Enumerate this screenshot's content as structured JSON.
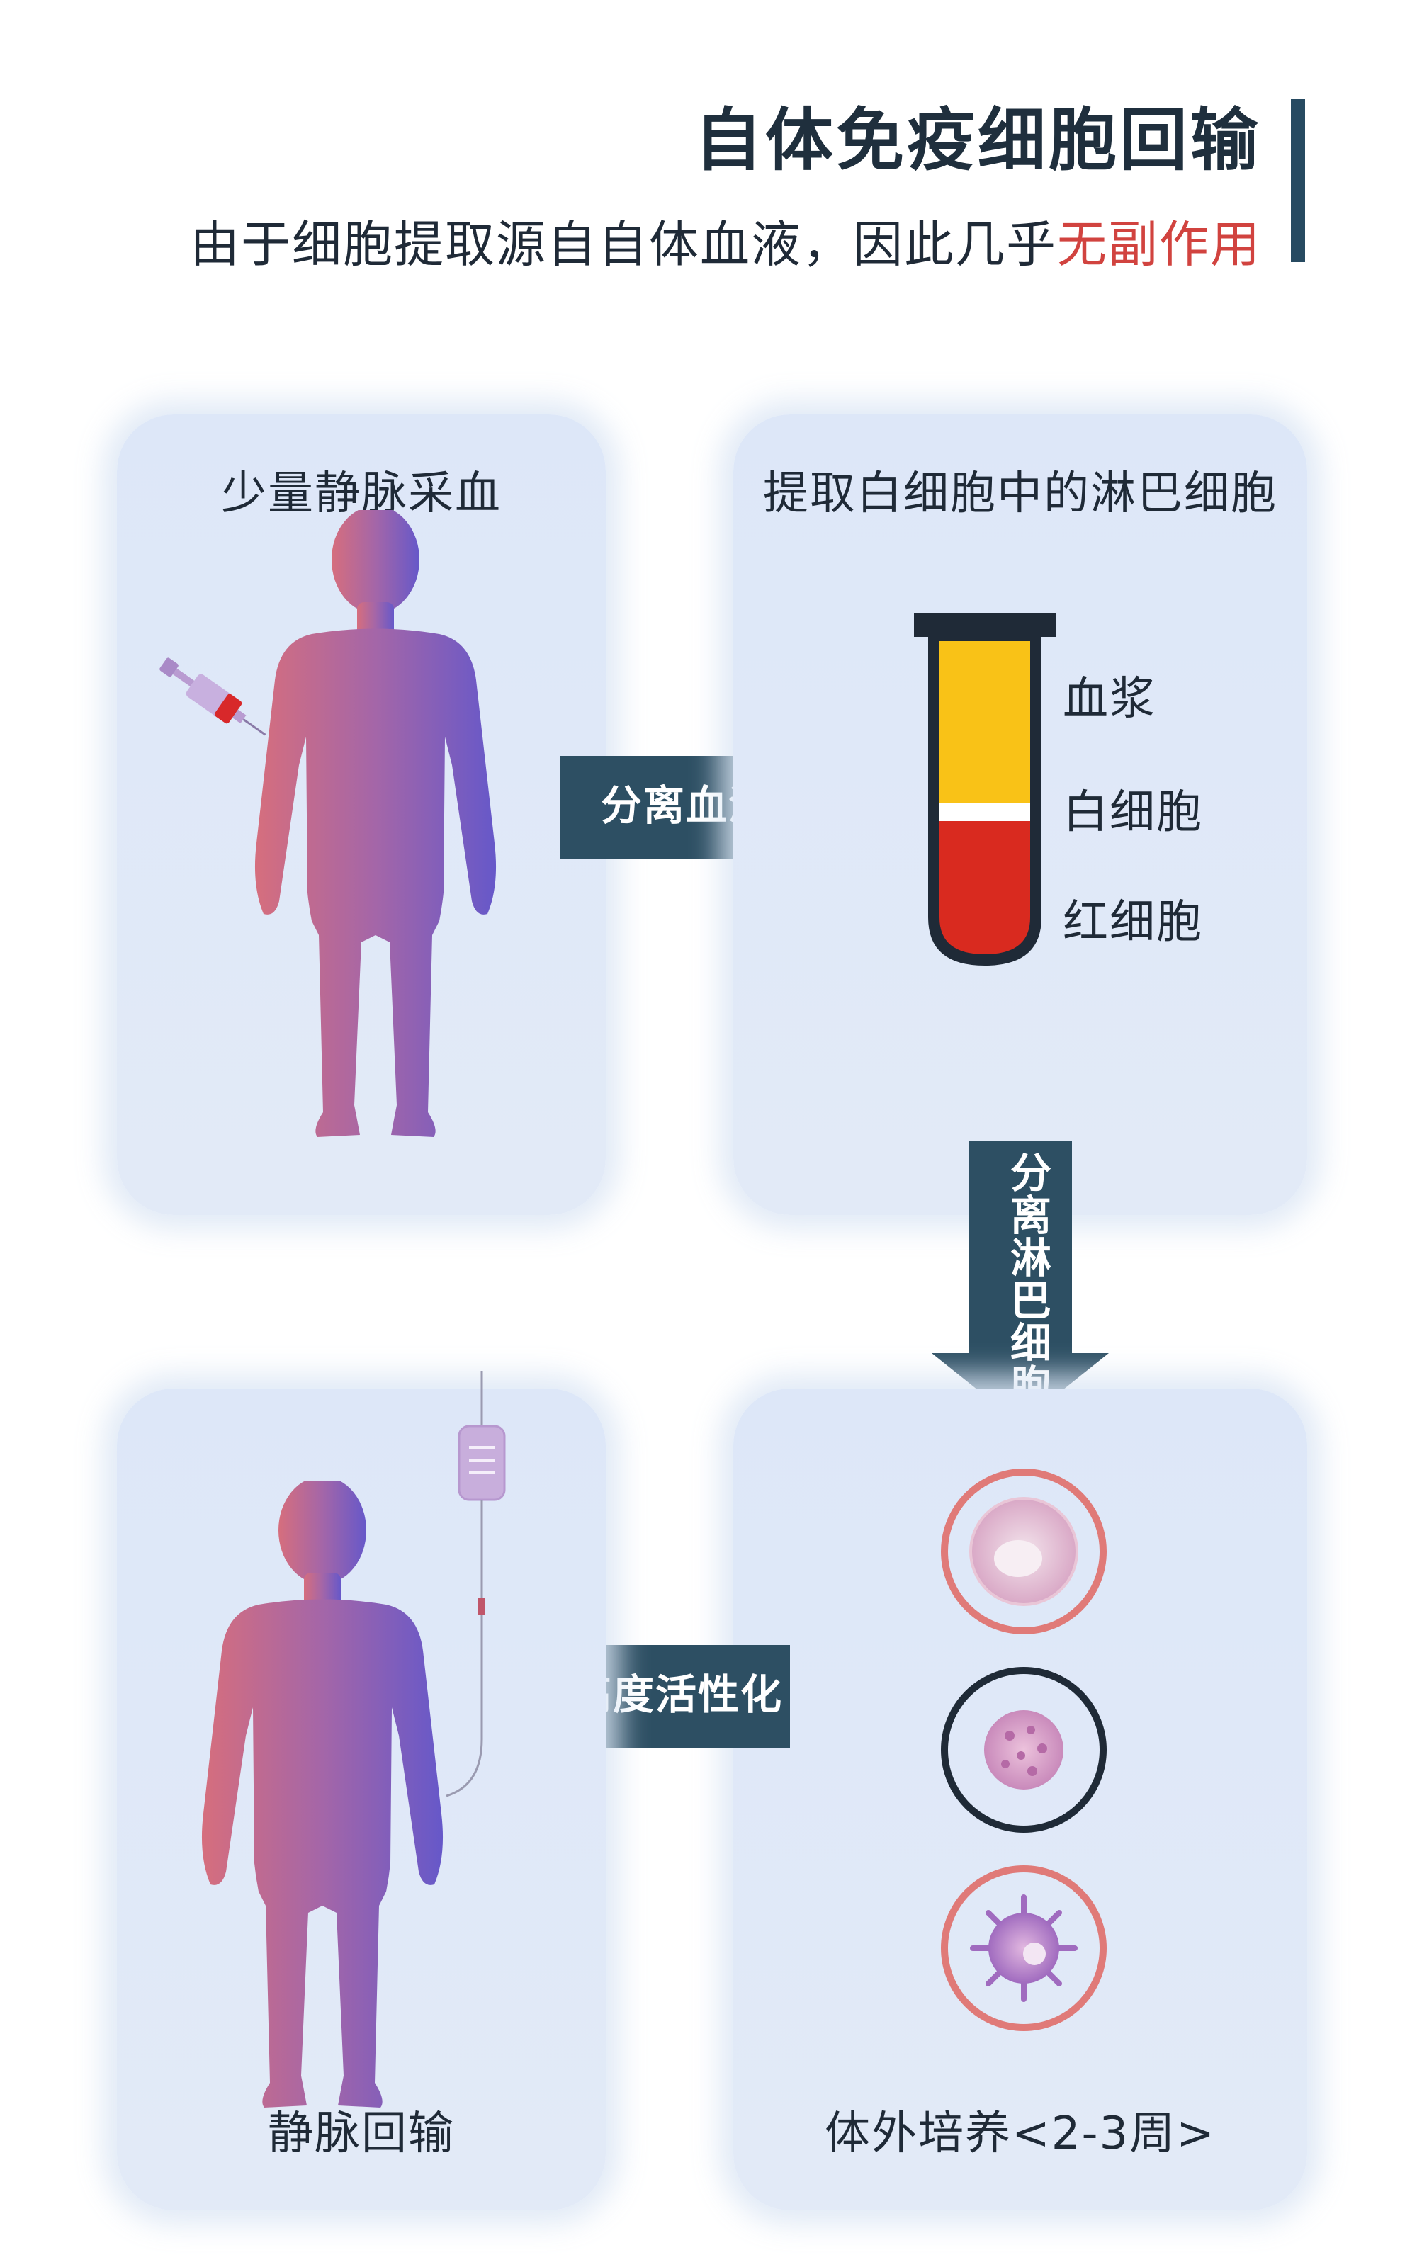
{
  "header": {
    "title": "自体免疫细胞回输",
    "subtitle_main": "由于细胞提取源自自体血液，因此几乎",
    "subtitle_highlight": "无副作用"
  },
  "steps": {
    "blood_draw": {
      "label": "少量静脉采血"
    },
    "extract": {
      "label": "提取白细胞中的淋巴细胞",
      "tube": {
        "plasma": "血浆",
        "white_cells": "白细胞",
        "red_cells": "红细胞"
      }
    },
    "culture": {
      "label": "体外培养<2-3周>"
    },
    "reinfusion": {
      "label": "静脉回输"
    }
  },
  "arrows": {
    "separate_blood": "分离血液",
    "separate_lymphocytes": "分离淋巴细胞",
    "highly_activate": "高度活性化"
  },
  "colors": {
    "arrow": "#2d4f63",
    "accent_red": "#d1433f",
    "plasma": "#f9c217",
    "red_cells": "#d92a1f",
    "tube_cap": "#1f2a37",
    "body_left": "#d0677a",
    "body_right": "#6b5cc8"
  }
}
